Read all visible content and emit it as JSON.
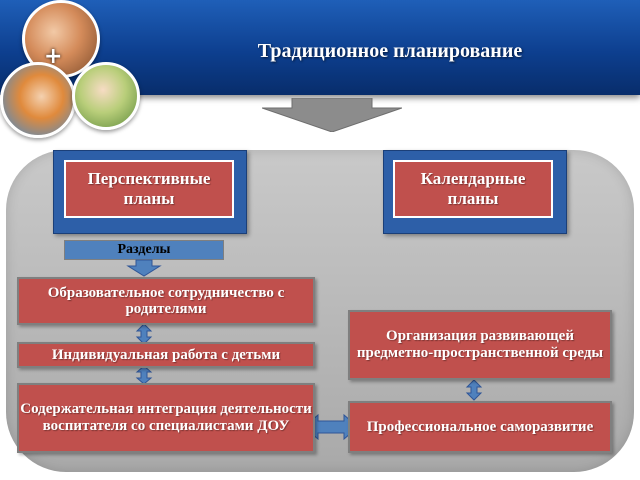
{
  "title": "Традиционное планирование",
  "plans": {
    "perspective": "Перспективные планы",
    "calendar": "Календарные планы"
  },
  "sections_label": "Разделы",
  "left_items": [
    "Образовательное сотрудничество с родителями",
    "Индивидуальная работа с детьми",
    "Содержательная интеграция деятельности воспитателя со специалистами ДОУ"
  ],
  "right_items": [
    "Организация развивающей предметно-пространственной среды",
    "Профессиональное саморазвитие"
  ],
  "colors": {
    "header": "#0d3f8f",
    "box_fill": "#c0504d",
    "frame": "#2d5fa8",
    "connector": "#4f81bd",
    "panel": "#b8b8b8"
  }
}
